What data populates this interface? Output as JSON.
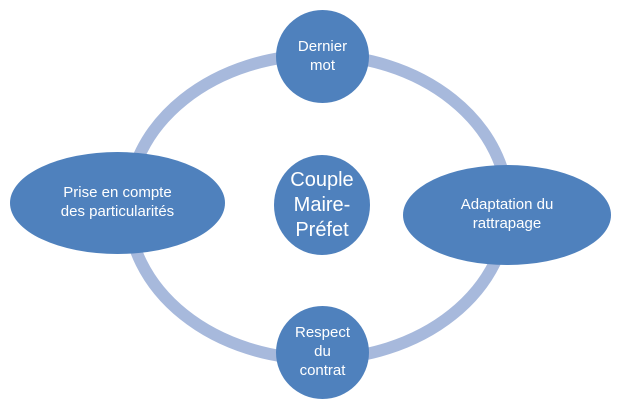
{
  "diagram": {
    "center": "Couple\nMaire-\nPréfet",
    "nodes": {
      "top": "Dernier\nmot",
      "right": "Adaptation du\nrattrapage",
      "bottom": "Respect\ndu\ncontrat",
      "left": "Prise en compte\ndes particularités"
    },
    "colors": {
      "node": "#4f81bd",
      "ring": "#a7b9dc",
      "text": "#ffffff"
    }
  }
}
